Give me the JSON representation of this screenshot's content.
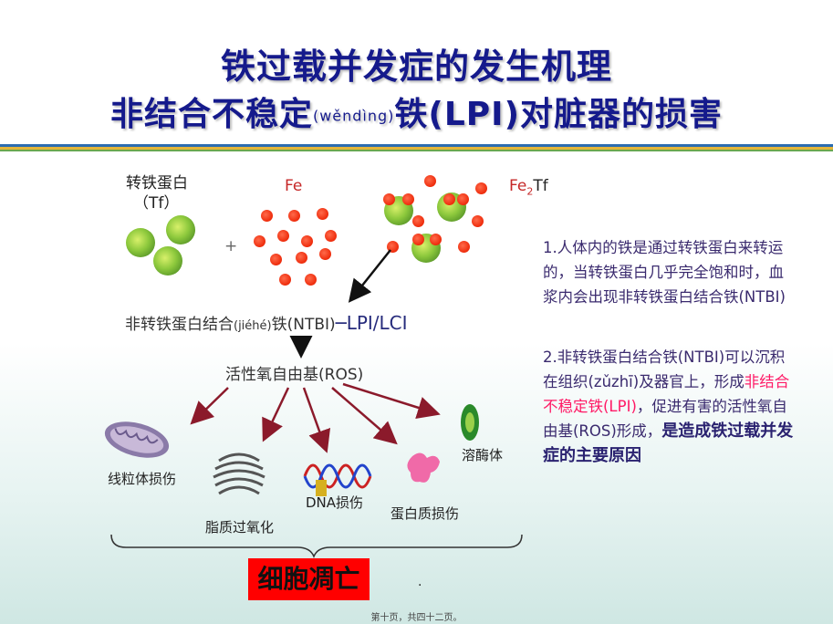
{
  "title": {
    "line1": "铁过载并发症的发生机理",
    "line2_a": "非结合不稳定",
    "line2_pinyin": "(wěndìng)",
    "line2_b": "铁(LPI)对脏器的损害"
  },
  "diagram": {
    "tf_label": "转铁蛋白",
    "tf_abbr": "（Tf）",
    "plus": "+",
    "fe_label": "Fe",
    "fe2tf_label_a": "Fe",
    "fe2tf_label_sub": "2",
    "fe2tf_label_b": "Tf",
    "ntbi_label_a": "非转铁蛋白结合",
    "ntbi_pinyin": "(jiéhé)",
    "ntbi_label_b": "铁(NTBI)",
    "lpi_lci": "─LPI/LCI",
    "ros_label": "活性氧自由基(ROS)",
    "targets": {
      "mito": "线粒体损伤",
      "lipid": "脂质过氧化",
      "dna": "DNA损伤",
      "protein": "蛋白质损伤",
      "lysosome": "溶酶体"
    },
    "apoptosis": "细胞凋亡"
  },
  "notes": {
    "p1": "1.人体内的铁是通过转铁蛋白来转运的，当转铁蛋白几乎完全饱和时，血浆内会出现非转铁蛋白结合铁(NTBI)",
    "p2_a": "2.非转铁蛋白结合铁(NTBI)可以沉积在组织(zǔzhī)及器官上，形成",
    "p2_em": "非结合不稳定铁(LPI)",
    "p2_b": "，促进有害的活性氧自由基(ROS)形成，",
    "p2_bold": "是造成铁过载并发症的主要原因"
  },
  "dot": ".",
  "footer": "第十页，共四十二页。",
  "colors": {
    "title": "#151a8c",
    "arrow": "#8b1a2b",
    "apoptosis_bg": "#ff0000"
  }
}
